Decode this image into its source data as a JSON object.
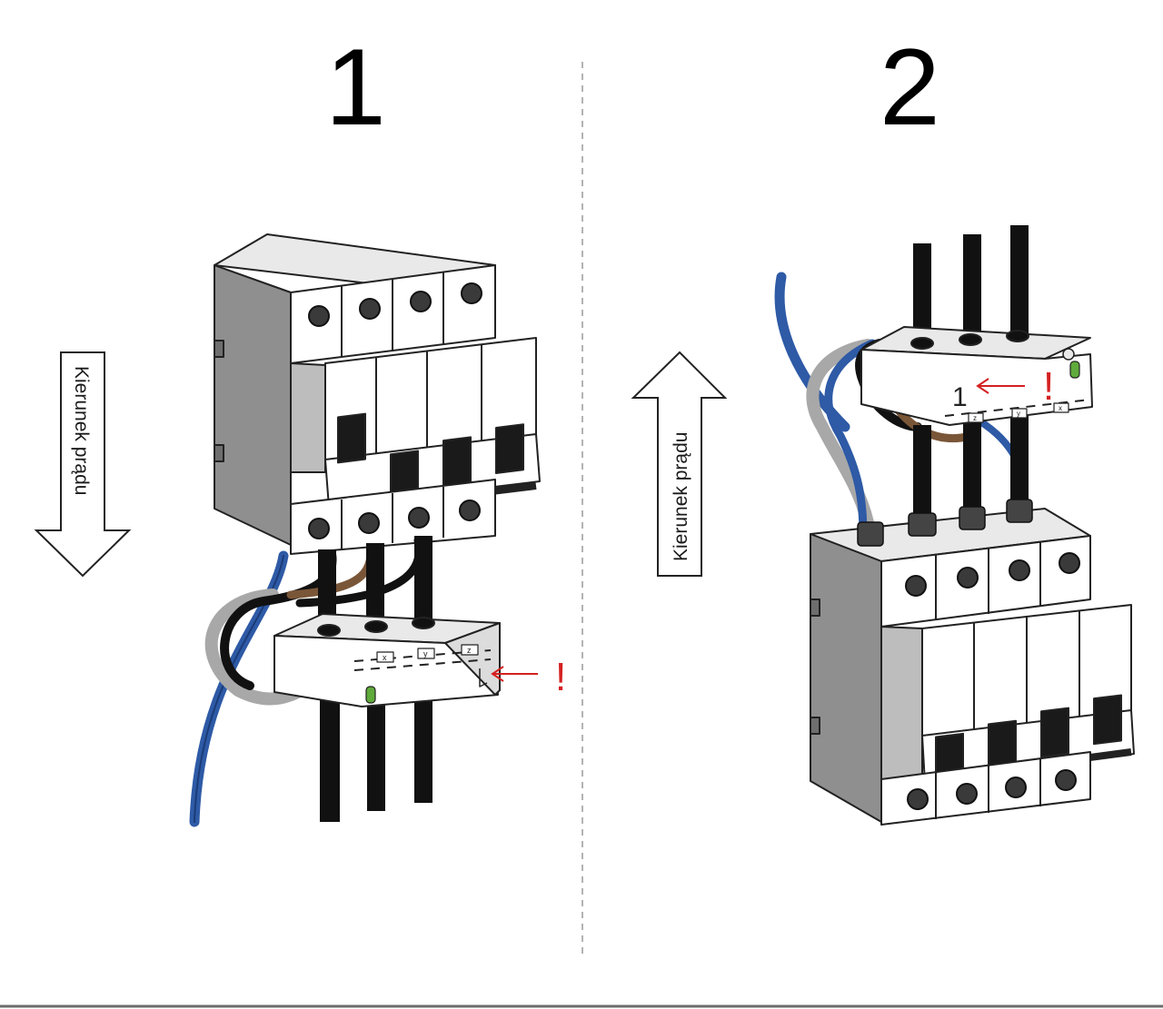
{
  "steps": [
    {
      "number": "1",
      "arrow_label": "Kierunek prądu",
      "arrow_direction": "down",
      "warning": "!",
      "module_marks": [
        "x",
        "y",
        "z"
      ]
    },
    {
      "number": "2",
      "arrow_label": "Kierunek prądu",
      "arrow_direction": "up",
      "warning": "!",
      "module_label": "1",
      "module_marks": [
        "z",
        "y",
        "x"
      ]
    }
  ],
  "colors": {
    "breaker_face": "#ffffff",
    "breaker_side": "#8f8f8f",
    "breaker_top": "#e9e9e9",
    "cable_black": "#111111",
    "cable_blue": "#2e5aa6",
    "cable_brown": "#7a5638",
    "cable_grey": "#a8a8a8",
    "warning_red": "#d42020",
    "led_green": "#5faa3a",
    "divider": "#9a9a9a"
  }
}
